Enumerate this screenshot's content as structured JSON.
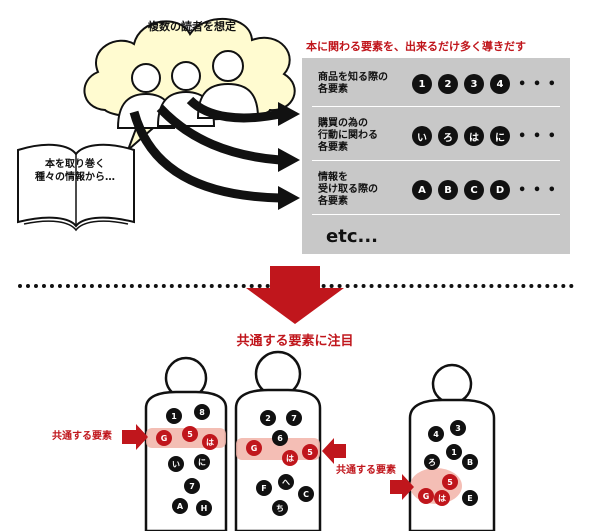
{
  "cloud": {
    "title": "複数の読者を想定"
  },
  "book": {
    "line1": "本を取り巻く",
    "line2": "種々の情報から…"
  },
  "panel": {
    "heading": "本に関わる要素を、出来るだけ多く導きだす",
    "rows": [
      {
        "line1": "商品を知る際の",
        "line2": "各要素",
        "line3": "",
        "items": [
          "1",
          "2",
          "3",
          "4"
        ]
      },
      {
        "line1": "購買の為の",
        "line2": "行動に関わる",
        "line3": "各要素",
        "items": [
          "い",
          "ろ",
          "は",
          "に"
        ]
      },
      {
        "line1": "情報を",
        "line2": "受け取る際の",
        "line3": "各要素",
        "items": [
          "A",
          "B",
          "C",
          "D"
        ]
      }
    ],
    "more": "• • •",
    "etc": "etc..."
  },
  "bottom": {
    "title": "共通する要素に注目",
    "label_left": "共通する要素",
    "label_right": "共通する要素",
    "figure1": {
      "items": [
        "1",
        "8",
        "い",
        "に",
        "7",
        "A",
        "H"
      ],
      "common": [
        "G",
        "5",
        "は"
      ]
    },
    "figure2": {
      "items": [
        "2",
        "7",
        "6",
        "F",
        "へ",
        "C",
        "ち"
      ],
      "common": [
        "G",
        "は",
        "5"
      ]
    },
    "figure3": {
      "items": [
        "4",
        "3",
        "ろ",
        "1",
        "B",
        "E"
      ],
      "common": [
        "G",
        "は",
        "5"
      ]
    }
  },
  "colors": {
    "accent": "#c0161c",
    "panel": "#c8c8c8",
    "ink": "#111111"
  }
}
